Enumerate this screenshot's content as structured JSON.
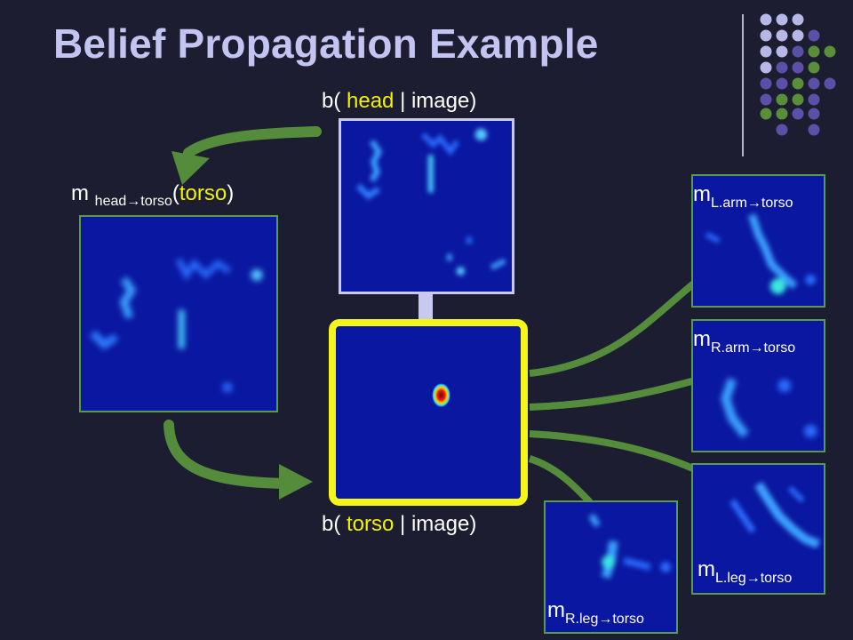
{
  "slide": {
    "title": "Belief Propagation Example",
    "colors": {
      "background": "#1c1d30",
      "title": "#c4c4f2",
      "highlight": "#f2f200",
      "arrow_green": "#548c3c",
      "frame_green": "#5b9a4a",
      "frame_lavender": "#c9c9ef",
      "frame_yellow": "#f5f51a",
      "dot_lavender": "#b8b8e8",
      "dot_purple": "#5a50a8",
      "dot_green": "#5a8f3a"
    },
    "labels": {
      "head_belief": {
        "open": "b(",
        "variable": "head",
        "rest": " | image)"
      },
      "torso_belief": {
        "open": "b(",
        "variable": "torso",
        "rest": " | image)"
      },
      "head_msg": {
        "m": "m",
        "sub": "head→torso",
        "open": "(",
        "arg": "torso",
        "close": ")"
      },
      "larm_msg": {
        "m": "m",
        "sub": "L.arm→torso"
      },
      "rarm_msg": {
        "m": "m",
        "sub": "R.arm→torso"
      },
      "lleg_msg": {
        "m": "m",
        "sub": "L.leg→torso"
      },
      "rleg_msg": {
        "m": "m",
        "sub": "R.leg→torso"
      }
    },
    "icons": [
      "arrow-curve-icon",
      "dot-grid-icon"
    ]
  }
}
